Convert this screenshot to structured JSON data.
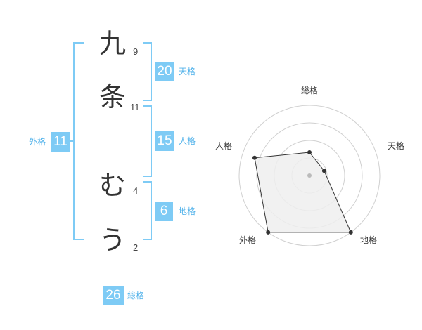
{
  "name": {
    "chars": [
      {
        "char": "九",
        "strokes": "9"
      },
      {
        "char": "条",
        "strokes": "11"
      },
      {
        "char": "む",
        "strokes": "4"
      },
      {
        "char": "う",
        "strokes": "2"
      }
    ]
  },
  "fortune": {
    "tenkaku": {
      "value": "20",
      "label": "天格"
    },
    "jinkaku": {
      "value": "15",
      "label": "人格"
    },
    "chikaku": {
      "value": "6",
      "label": "地格"
    },
    "gaikaku": {
      "value": "11",
      "label": "外格"
    },
    "soukaku": {
      "value": "26",
      "label": "総格"
    }
  },
  "chart_data": {
    "type": "radar",
    "axes": [
      "総格",
      "天格",
      "地格",
      "外格",
      "人格"
    ],
    "values": [
      0.33,
      0.22,
      1.0,
      1.0,
      0.82
    ],
    "rings": 4,
    "colors": {
      "accent": "#7ecbf5",
      "fill": "#eeeeee",
      "line": "#333333",
      "ring": "#d0d0d0"
    }
  }
}
